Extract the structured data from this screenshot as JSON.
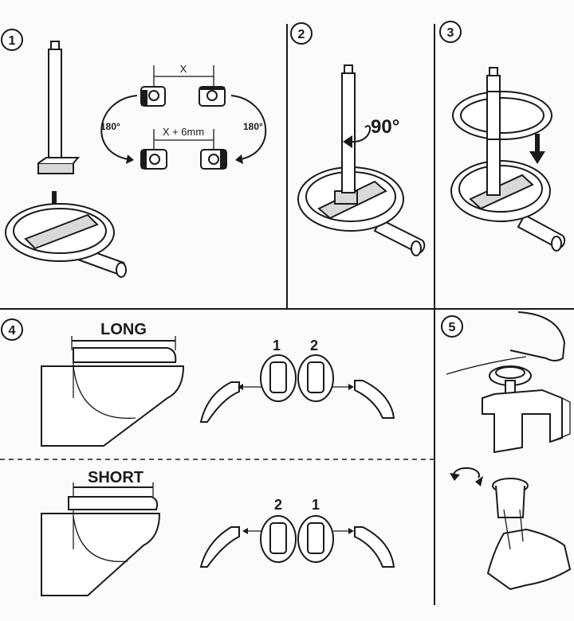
{
  "steps": {
    "s1": "1",
    "s2": "2",
    "s3": "3",
    "s4": "4",
    "s5": "5"
  },
  "step1": {
    "gap_label": "X",
    "gap_label_wide": "X + 6mm",
    "rotate_left": "180°",
    "rotate_right": "180°"
  },
  "step2": {
    "rotation": "90°"
  },
  "step4": {
    "long_label": "LONG",
    "short_label": "SHORT",
    "long_order": [
      "1",
      "2"
    ],
    "short_order": [
      "2",
      "1"
    ]
  }
}
